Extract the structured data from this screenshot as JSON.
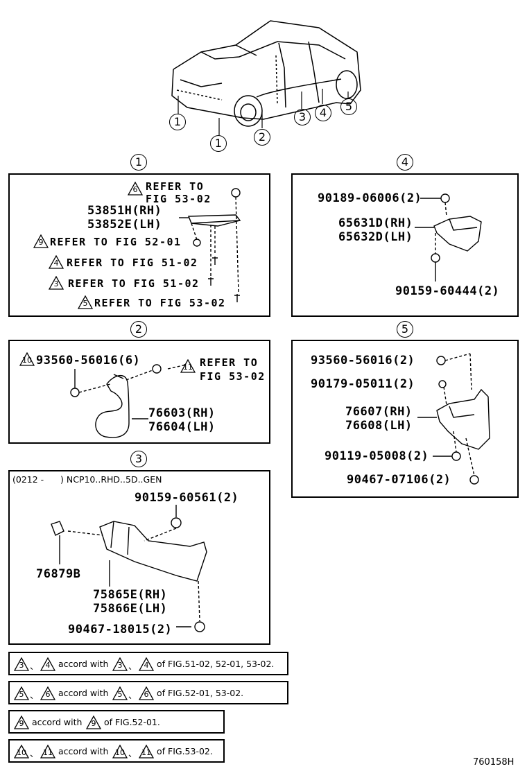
{
  "overview": {
    "callouts": [
      "1",
      "1",
      "2",
      "3",
      "4",
      "5"
    ]
  },
  "sections": {
    "s1": {
      "label": "1",
      "ref_top_tri": "6",
      "ref_top_a": "REFER TO",
      "ref_top_b": "FIG 53-02",
      "part_rh": "53851H(RH)",
      "part_lh": "53852E(LH)",
      "refs": [
        {
          "tri": "9",
          "text": "REFER TO FIG 52-01"
        },
        {
          "tri": "4",
          "text": "REFER TO FIG 51-02"
        },
        {
          "tri": "3",
          "text": "REFER TO FIG 51-02"
        },
        {
          "tri": "5",
          "text": "REFER TO FIG 53-02"
        }
      ]
    },
    "s2": {
      "label": "2",
      "tri_a": "10",
      "bolt": "93560-56016(6)",
      "tri_b": "11",
      "ref_a": "REFER TO",
      "ref_b": "FIG 53-02",
      "part_rh": "76603(RH)",
      "part_lh": "76604(LH)"
    },
    "s3": {
      "label": "3",
      "note": "(0212 -      ) NCP10..RHD..5D..GEN",
      "clip": "90159-60561(2)",
      "cover": "76879B",
      "part_rh": "75865E(RH)",
      "part_lh": "75866E(LH)",
      "screw": "90467-18015(2)"
    },
    "s4": {
      "label": "4",
      "top": "90189-06006(2)",
      "part_rh": "65631D(RH)",
      "part_lh": "65632D(LH)",
      "bottom": "90159-60444(2)"
    },
    "s5": {
      "label": "5",
      "p1": "93560-56016(2)",
      "p2": "90179-05011(2)",
      "part_rh": "76607(RH)",
      "part_lh": "76608(LH)",
      "p3": "90119-05008(2)",
      "p4": "90467-07106(2)"
    }
  },
  "legend": [
    {
      "a": "3",
      "b": "4",
      "text_a": "accord with",
      "c": "3",
      "d": "4",
      "text_b": "of FIG.51-02, 52-01, 53-02."
    },
    {
      "a": "5",
      "b": "6",
      "text_a": "accord with",
      "c": "5",
      "d": "6",
      "text_b": "of FIG.52-01, 53-02."
    },
    {
      "a": "9",
      "text_a": "accord with",
      "c": "9",
      "text_b": "of FIG.52-01."
    },
    {
      "a": "10",
      "b": "11",
      "text_a": "accord with",
      "c": "10",
      "d": "11",
      "text_b": "of FIG.53-02."
    }
  ],
  "legend_sep": "、",
  "figure_code": "760158H"
}
